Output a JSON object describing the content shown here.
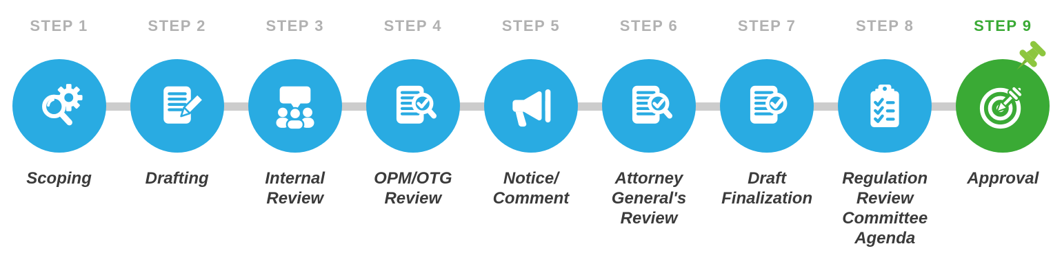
{
  "colors": {
    "circle_blue": "#29ABE2",
    "circle_green": "#3AAA35",
    "pin_green": "#8DC63F",
    "connector_gray": "#CCCCCC",
    "step_label_gray": "#B1B1B1",
    "title_text": "#3B3B3B"
  },
  "steps": [
    {
      "step_label": "STEP 1",
      "title": "Scoping",
      "icon": "search-gear-icon"
    },
    {
      "step_label": "STEP 2",
      "title": "Drafting",
      "icon": "document-pencil-icon"
    },
    {
      "step_label": "STEP 3",
      "title": "Internal\nReview",
      "icon": "meeting-discussion-icon"
    },
    {
      "step_label": "STEP 4",
      "title": "OPM/OTG\nReview",
      "icon": "document-search-check-icon"
    },
    {
      "step_label": "STEP 5",
      "title": "Notice/\nComment",
      "icon": "megaphone-icon"
    },
    {
      "step_label": "STEP 6",
      "title": "Attorney\nGeneral's\nReview",
      "icon": "document-search-check-icon"
    },
    {
      "step_label": "STEP 7",
      "title": "Draft\nFinalization",
      "icon": "document-approved-icon"
    },
    {
      "step_label": "STEP 8",
      "title": "Regulation\nReview\nCommittee\nAgenda",
      "icon": "clipboard-checklist-icon"
    },
    {
      "step_label": "STEP 9",
      "title": "Approval",
      "icon": "target-dart-icon",
      "highlighted": true
    }
  ]
}
